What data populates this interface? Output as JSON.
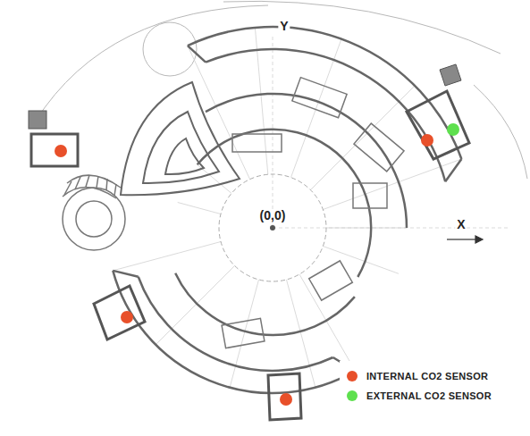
{
  "diagram": {
    "labels": [
      "Y",
      "(0,0)",
      "X"
    ],
    "legend": [
      {
        "text": "INTERNAL CO2 SENSOR",
        "color": "#e8502a"
      },
      {
        "text": "EXTERNAL CO2 SENSOR",
        "color": "#5ee04e"
      }
    ]
  }
}
